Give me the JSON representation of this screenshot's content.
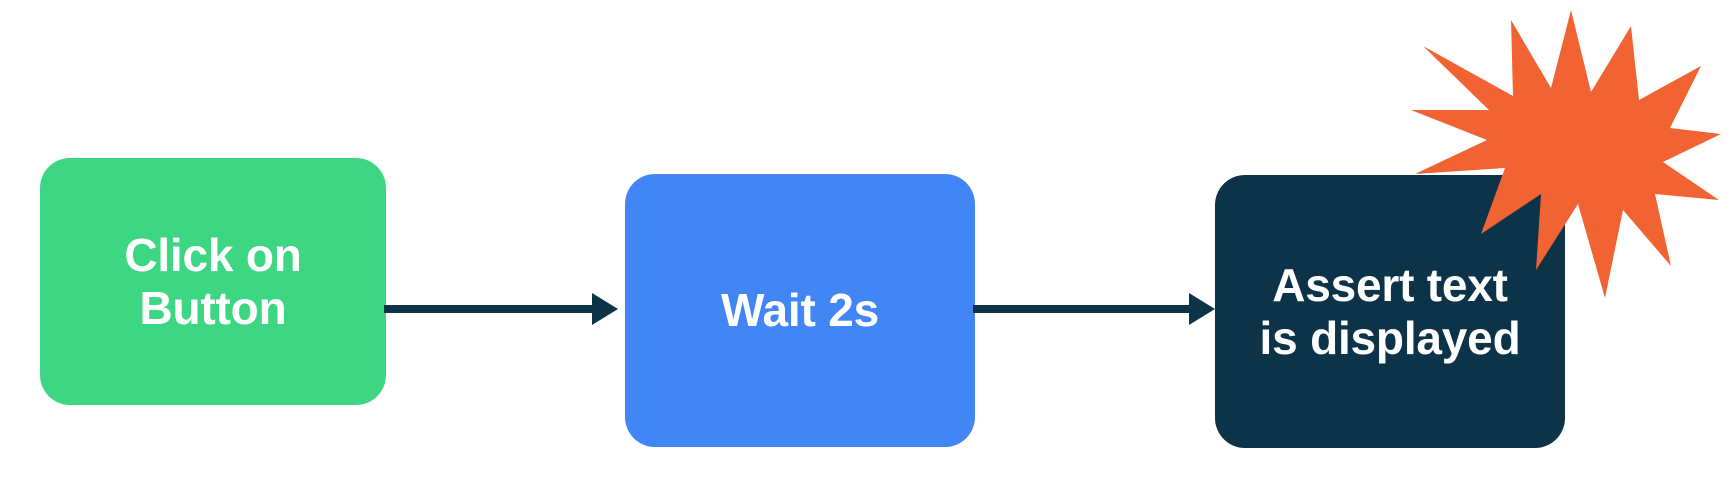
{
  "diagram": {
    "title": "test-step-flow",
    "background_color": "#FFFFFF",
    "nodes": [
      {
        "id": "click-on-button",
        "label": "Click on\nButton",
        "color": "#3DD784",
        "text_color": "#FFFFFF",
        "shape": "rounded-rectangle"
      },
      {
        "id": "wait-2s",
        "label": "Wait 2s",
        "color": "#4285F4",
        "text_color": "#FFFFFF",
        "shape": "rounded-rectangle"
      },
      {
        "id": "assert-text-is-displayed",
        "label": "Assert text\nis displayed",
        "color": "#0D3348",
        "text_color": "#FFFFFF",
        "shape": "rounded-rectangle"
      }
    ],
    "connectors": [
      {
        "id": "arrow-click-to-wait",
        "from": "click-on-button",
        "to": "wait-2s",
        "color": "#0D3348",
        "style": "solid-arrow"
      },
      {
        "id": "arrow-wait-to-assert",
        "from": "wait-2s",
        "to": "assert-text-is-displayed",
        "color": "#0D3348",
        "style": "solid-arrow"
      }
    ],
    "decorations": [
      {
        "id": "starburst",
        "shape": "starburst",
        "color": "#F26334",
        "attached_to": "assert-text-is-displayed"
      }
    ]
  }
}
